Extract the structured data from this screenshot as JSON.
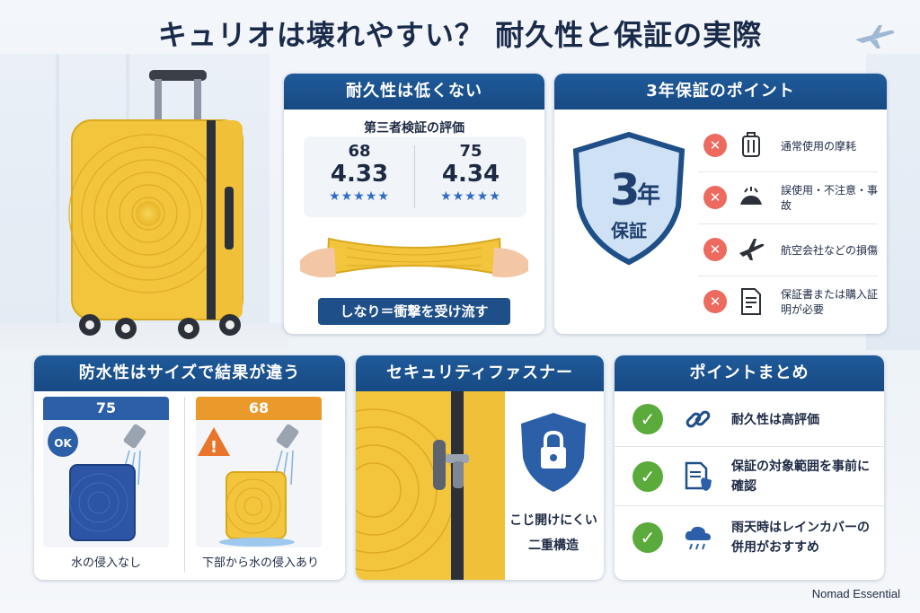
{
  "title": "キュリオは壊れやすい？ 耐久性と保証の実際",
  "brand": "Nomad Essential",
  "durability": {
    "heading": "耐久性は低くない",
    "subheading": "第三者検証の評価",
    "ratings": [
      {
        "size": "68",
        "score": "4.33",
        "stars": "★★★★★"
      },
      {
        "size": "75",
        "score": "4.34",
        "stars": "★★★★★"
      }
    ],
    "caption": "しなり＝衝撃を受け流す"
  },
  "warranty": {
    "heading": "3年保証のポイント",
    "shield_number": "3",
    "shield_unit": "年",
    "shield_label": "保証",
    "items": [
      {
        "icon": "suitcase-icon",
        "text": "通常使用の摩耗"
      },
      {
        "icon": "damaged-bag-icon",
        "text": "誤使用・不注意・事故"
      },
      {
        "icon": "airplane-icon",
        "text": "航空会社などの損傷"
      },
      {
        "icon": "document-icon",
        "text": "保証書または購入証明が必要"
      }
    ]
  },
  "waterproof": {
    "heading": "防水性はサイズで結果が違う",
    "left": {
      "size": "75",
      "badge": "OK",
      "caption": "水の侵入なし"
    },
    "right": {
      "size": "68",
      "badge": "!",
      "caption": "下部から水の侵入あり"
    }
  },
  "security": {
    "heading": "セキュリティファスナー",
    "line1": "こじ開けにくい",
    "line2": "二重構造"
  },
  "summary": {
    "heading": "ポイントまとめ",
    "items": [
      {
        "icon": "chain-link-icon",
        "text": "耐久性は高評価"
      },
      {
        "icon": "document-shield-icon",
        "text": "保証の対象範囲を事前に確認"
      },
      {
        "icon": "rain-cloud-icon",
        "text": "雨天時はレインカバーの併用がおすすめ"
      }
    ]
  },
  "colors": {
    "header_blue": "#1f5a99",
    "suitcase_yellow": "#f2c53d",
    "error_red": "#ec6a5e",
    "check_green": "#5aab3c",
    "warning_orange": "#e99a2b"
  }
}
